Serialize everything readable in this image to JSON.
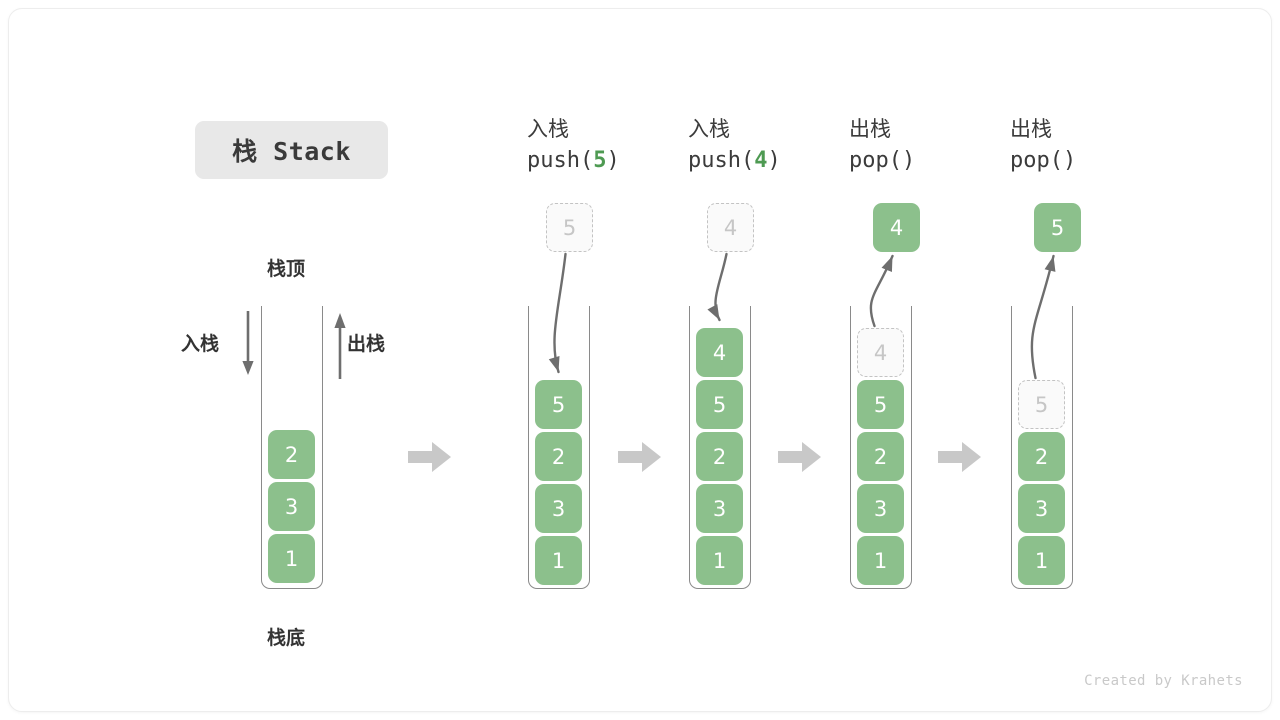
{
  "title": {
    "text": "栈 Stack"
  },
  "first_stack": {
    "top_label": "栈顶",
    "bottom_label": "栈底",
    "push_label": "入栈",
    "pop_label": "出栈",
    "values": [
      "2",
      "3",
      "1"
    ]
  },
  "columns": [
    {
      "head_cn": "入栈",
      "head_code_prefix": "push(",
      "head_code_arg": "5",
      "head_code_suffix": ")",
      "operation": "push",
      "floating": {
        "value": "5",
        "style": "ghost"
      },
      "stack": [
        {
          "value": "5",
          "style": "solid"
        },
        {
          "value": "2",
          "style": "solid"
        },
        {
          "value": "3",
          "style": "solid"
        },
        {
          "value": "1",
          "style": "solid"
        }
      ]
    },
    {
      "head_cn": "入栈",
      "head_code_prefix": "push(",
      "head_code_arg": "4",
      "head_code_suffix": ")",
      "operation": "push",
      "floating": {
        "value": "4",
        "style": "ghost"
      },
      "stack": [
        {
          "value": "4",
          "style": "solid"
        },
        {
          "value": "5",
          "style": "solid"
        },
        {
          "value": "2",
          "style": "solid"
        },
        {
          "value": "3",
          "style": "solid"
        },
        {
          "value": "1",
          "style": "solid"
        }
      ]
    },
    {
      "head_cn": "出栈",
      "head_code_prefix": "pop(",
      "head_code_arg": "",
      "head_code_suffix": ")",
      "operation": "pop",
      "floating": {
        "value": "4",
        "style": "solid"
      },
      "stack": [
        {
          "value": "4",
          "style": "ghost"
        },
        {
          "value": "5",
          "style": "solid"
        },
        {
          "value": "2",
          "style": "solid"
        },
        {
          "value": "3",
          "style": "solid"
        },
        {
          "value": "1",
          "style": "solid"
        }
      ]
    },
    {
      "head_cn": "出栈",
      "head_code_prefix": "pop(",
      "head_code_arg": "",
      "head_code_suffix": ")",
      "operation": "pop",
      "floating": {
        "value": "5",
        "style": "solid"
      },
      "stack": [
        {
          "value": "5",
          "style": "ghost"
        },
        {
          "value": "2",
          "style": "solid"
        },
        {
          "value": "3",
          "style": "solid"
        },
        {
          "value": "1",
          "style": "solid"
        }
      ]
    }
  ],
  "footer": {
    "credit": "Created by Krahets"
  },
  "colors": {
    "cell_green": "#8cc08c",
    "arg_green": "#4e9a52",
    "flow_arrow_gray": "#c8c8c8",
    "motion_arrow_gray": "#6e6e6e",
    "tube_border": "#8a8a8a",
    "badge_bg": "#e8e8e8",
    "ghost_border": "#c3c3c3"
  }
}
